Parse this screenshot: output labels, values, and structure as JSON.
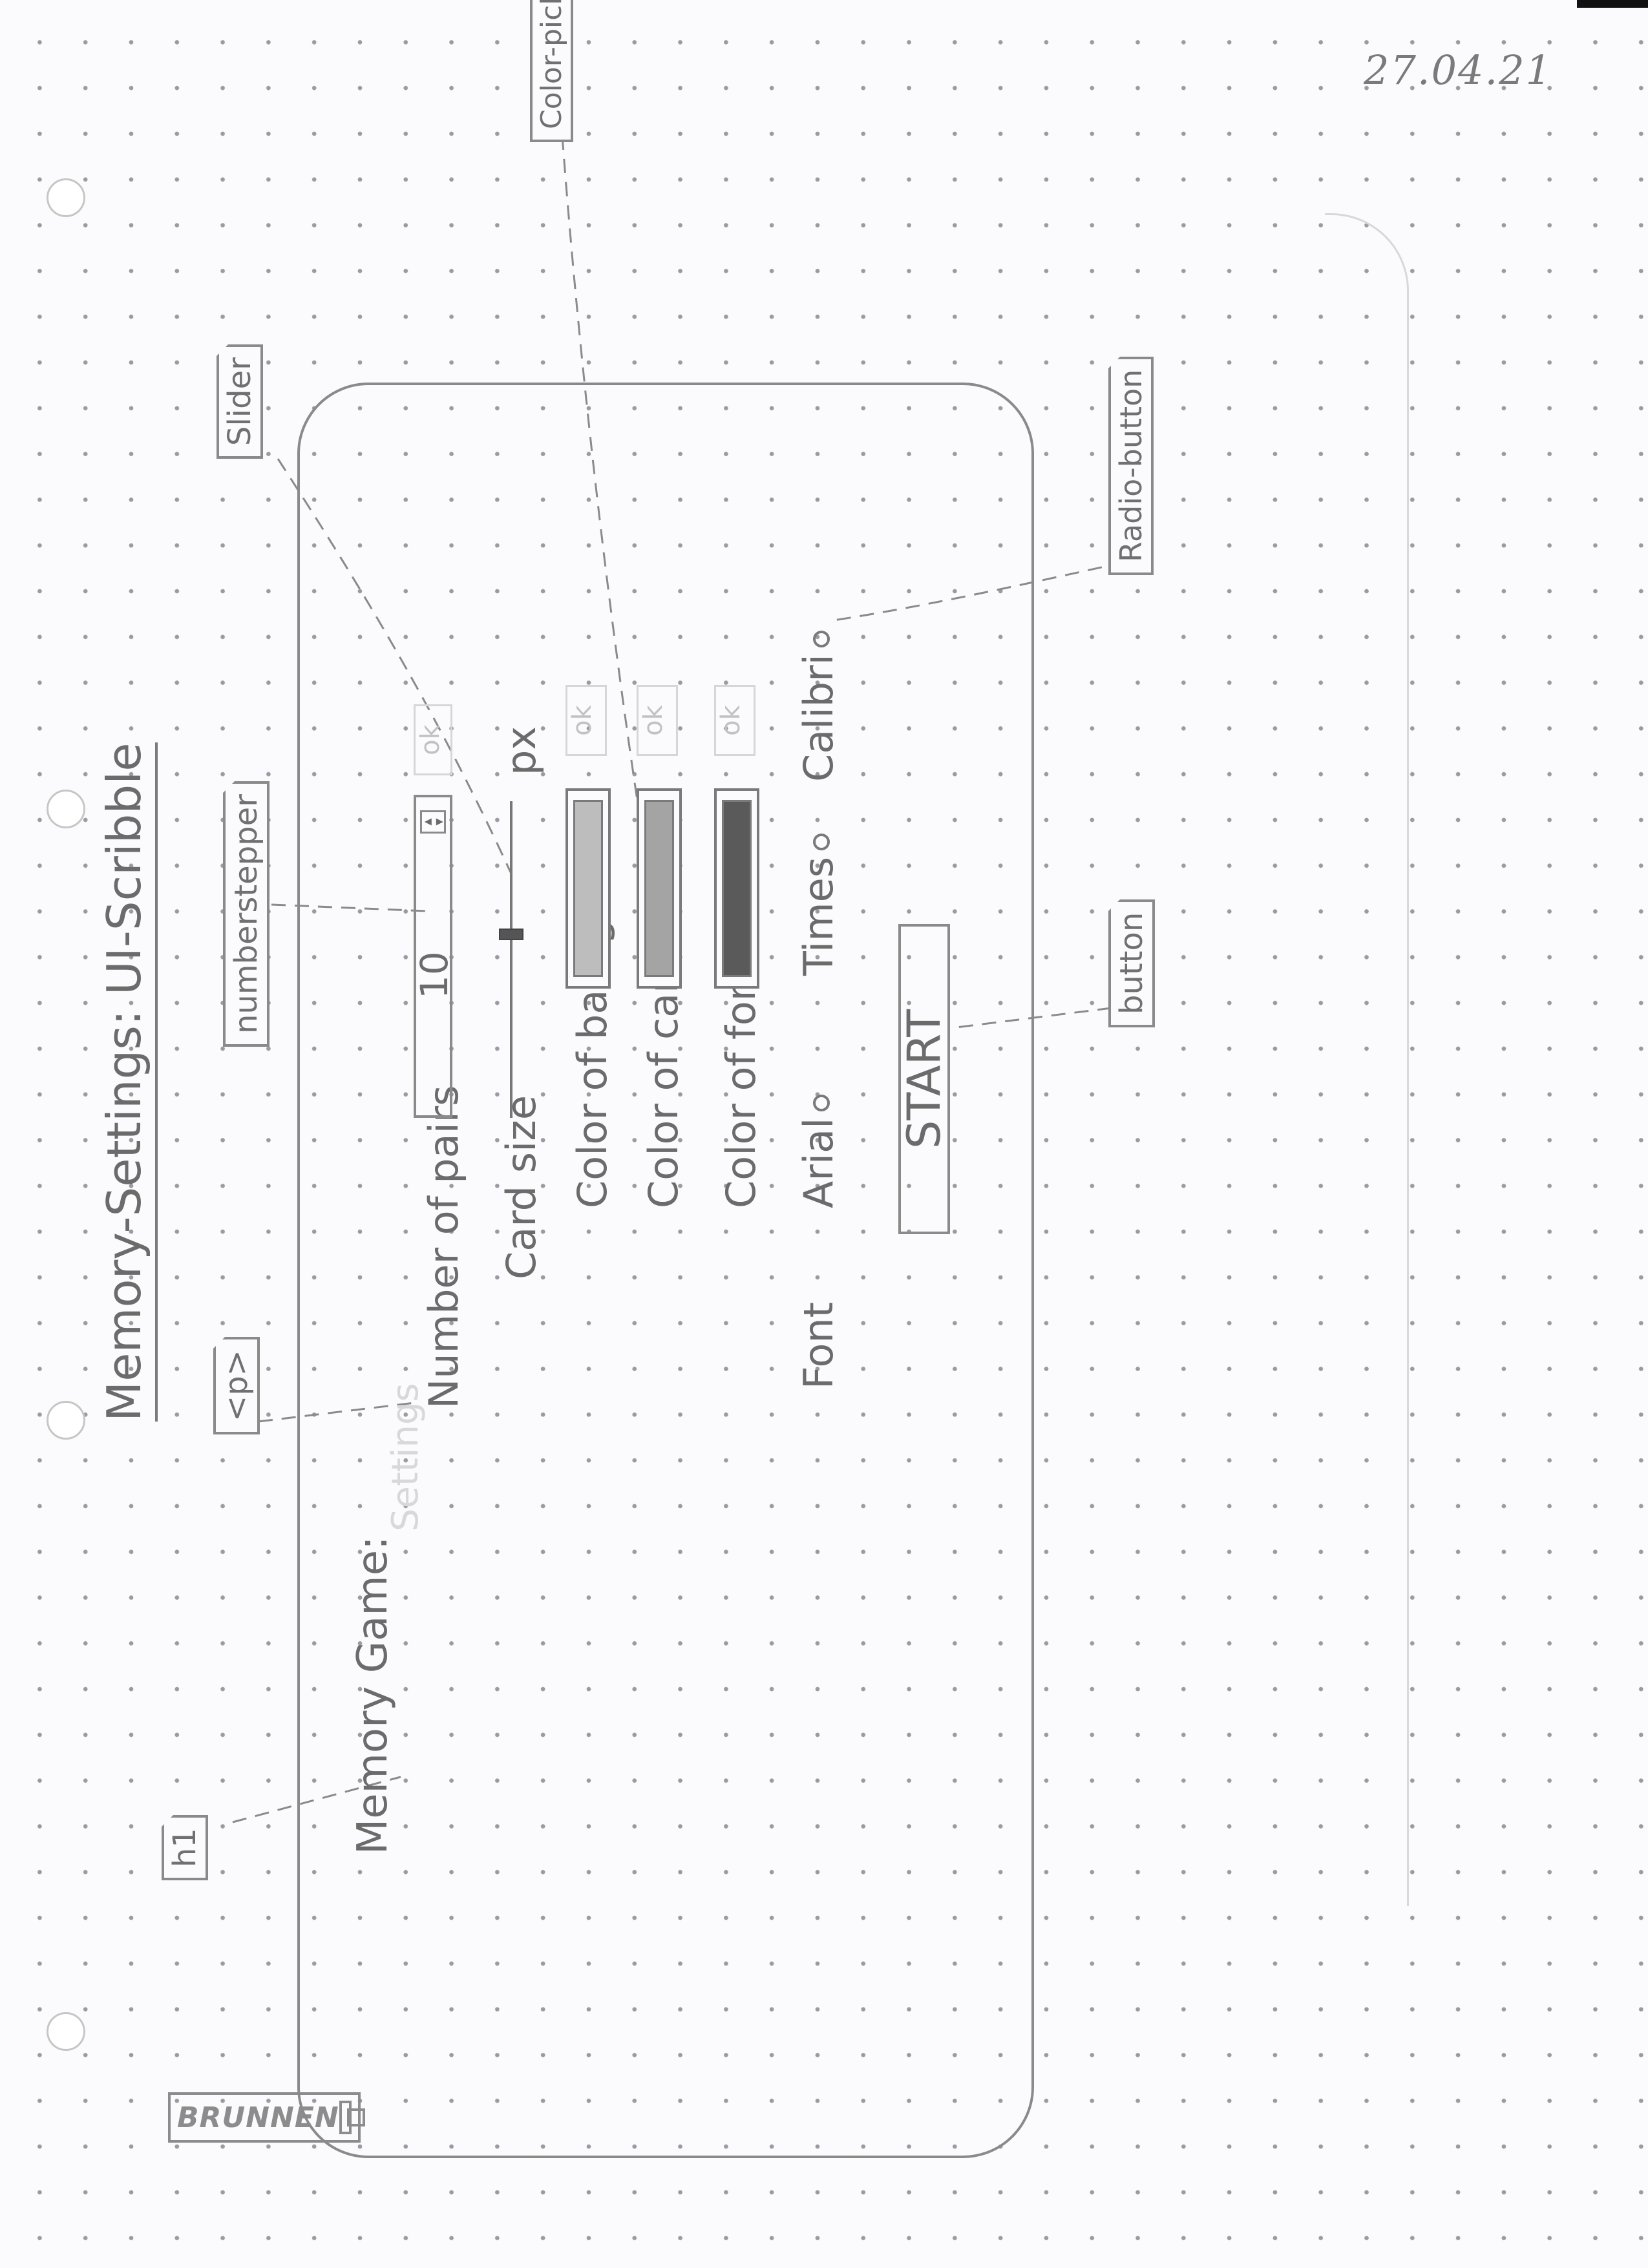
{
  "date": "27.04.21",
  "brand": "BRUNNEN",
  "sketch_title": "Memory-Settings: UI-Scribble",
  "annotations": {
    "h1": "h1",
    "p": "<p>",
    "numberstepper": "numberstepper",
    "slider": "Slider",
    "color_picker": "Color-picker",
    "radio_button": "Radio-button",
    "button": "button"
  },
  "form": {
    "heading": "Memory Game:",
    "ghost_heading": "Settings",
    "rows": {
      "pairs_label": "Number of pairs",
      "pairs_value": "10",
      "card_size_label": "Card size",
      "card_size_unit": "px",
      "bg_color_label": "Color of background",
      "card_color_label": "Color of card",
      "font_color_label": "Color of font",
      "font_label": "Font",
      "ok_label": "ok"
    },
    "font_options": [
      "Arial",
      "Times",
      "Calibri"
    ],
    "start_button": "START",
    "slider_value": 0.58
  },
  "colors": {
    "background_swatch": "#bdbdbd",
    "card_swatch": "#a4a4a4",
    "font_swatch": "#5a5a5a"
  }
}
